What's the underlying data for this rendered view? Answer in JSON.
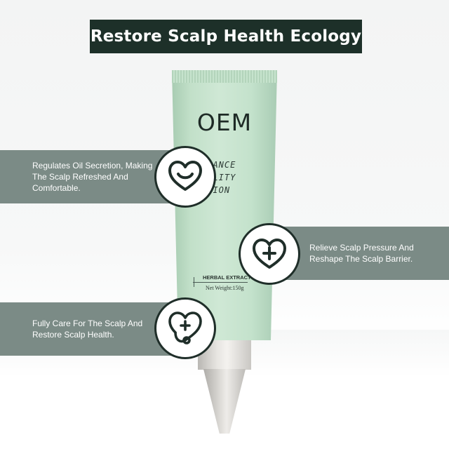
{
  "title": "Restore Scalp Health Ecology",
  "product": {
    "brand": "OEM",
    "line1": "ALANCE",
    "line2": "TALITY",
    "line3": "OTION",
    "herbal": "HERBAL EXTRACT",
    "net_weight": "Net Weight:150g"
  },
  "features": [
    {
      "text": "Regulates Oil Secretion, Making The Scalp Refreshed And Comfortable.",
      "icon": "smiling-heart-icon"
    },
    {
      "text": "Relieve Scalp Pressure And Reshape The Scalp Barrier.",
      "icon": "heart-plus-icon"
    },
    {
      "text": "Fully Care For The Scalp And Restore Scalp Health.",
      "icon": "heart-stethoscope-icon"
    }
  ],
  "colors": {
    "banner": "#1d3029",
    "band": "#7b8b86",
    "tube": "#c7e3cd",
    "icon_stroke": "#1f2e29"
  }
}
